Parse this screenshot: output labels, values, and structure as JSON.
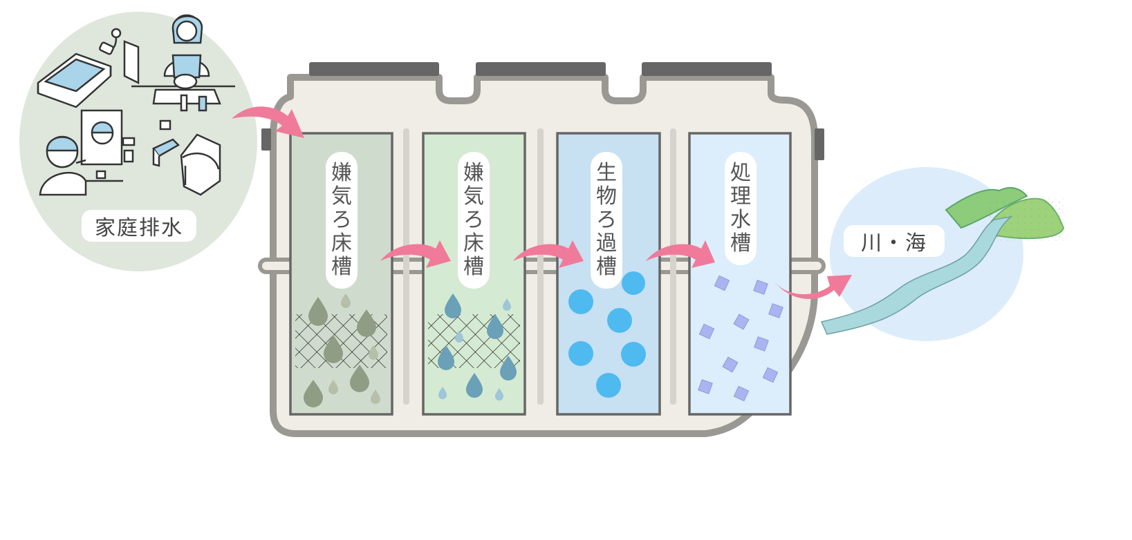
{
  "source": {
    "label": "家庭排水"
  },
  "chambers": [
    {
      "id": "anaerobic-1",
      "label": [
        "嫌",
        "気",
        "ろ",
        "床",
        "槽"
      ]
    },
    {
      "id": "anaerobic-2",
      "label": [
        "嫌",
        "気",
        "ろ",
        "床",
        "槽"
      ]
    },
    {
      "id": "biofilter",
      "label": [
        "生",
        "物",
        "ろ",
        "過",
        "槽"
      ]
    },
    {
      "id": "treated",
      "label": [
        "処",
        "理",
        "水",
        "槽"
      ]
    }
  ],
  "destination": {
    "label": "川・海"
  },
  "colors": {
    "chamber1": "#cfdccd",
    "chamber2": "#d5ead2",
    "chamber3": "#c7e0f2",
    "chamber4": "#dcedfb",
    "arrow": "#f07a9a",
    "tank": "#f0ece6",
    "tankStroke": "#9a9893",
    "sourceCircle": "#dfe7dd",
    "destCircle": "#dcecfa"
  }
}
